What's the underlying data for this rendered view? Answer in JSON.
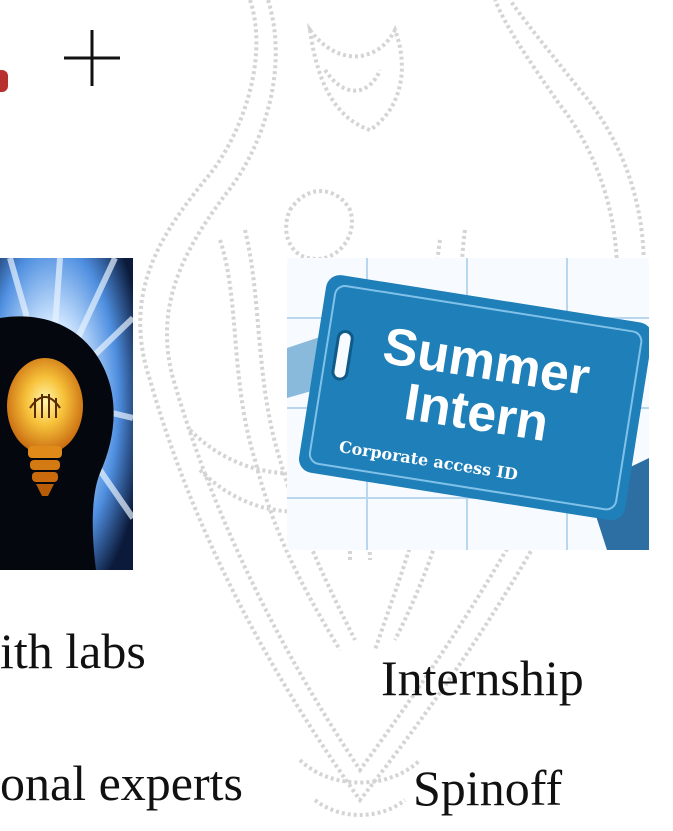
{
  "slide": {
    "lines": {
      "labs_fragment": "ith labs",
      "internship": "Internship",
      "experts_fragment": "onal experts",
      "spinoff": "Spinoff"
    },
    "badge": {
      "title_line1": "Summer",
      "title_line2": "Intern",
      "subtitle": "Corporate access ID"
    },
    "icons": {
      "plus": "plus-icon",
      "lightbulb": "lightbulb-image",
      "badge": "id-badge-image",
      "watermark": "eagle-crest-watermark"
    },
    "colors": {
      "badge_blue": "#1f7fb8",
      "text": "#111111",
      "watermark": "#d6d6d6",
      "bulb_glow": "#f2a51c"
    }
  }
}
